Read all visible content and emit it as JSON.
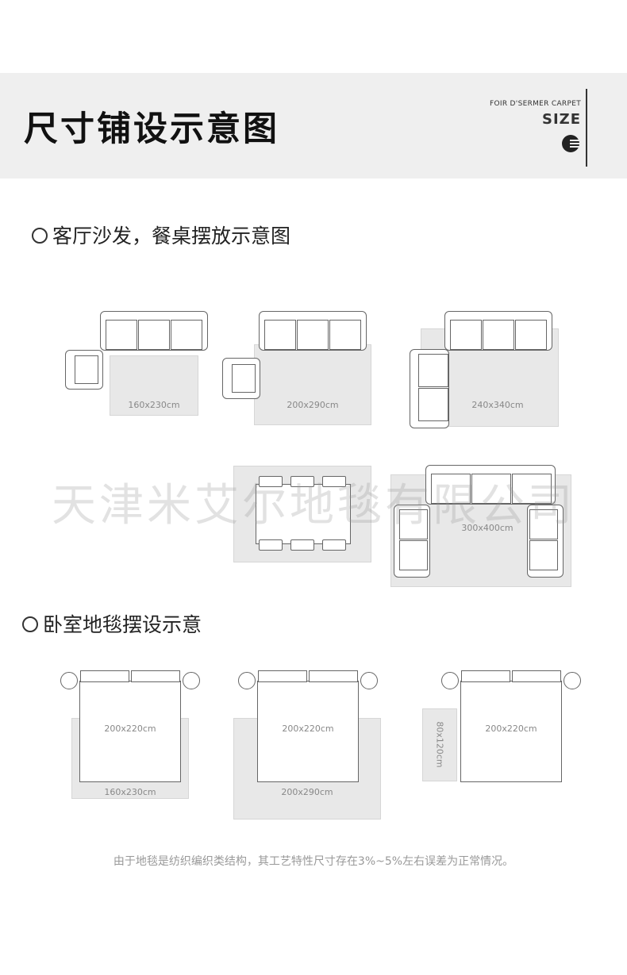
{
  "header": {
    "title": "尺寸铺设示意图",
    "brand": "FOIR D'SERMER CARPET",
    "size_label": "SIZE"
  },
  "sections": {
    "living": "客厅沙发，餐桌摆放示意图",
    "bedroom": "卧室地毯摆设示意"
  },
  "living_rugs": [
    "160x230cm",
    "200x290cm",
    "240x340cm",
    "240x340cm",
    "300x400cm"
  ],
  "bedroom": {
    "bed_labels": [
      "200x220cm",
      "200x220cm",
      "200x220cm"
    ],
    "rug_labels": [
      "160x230cm",
      "200x290cm",
      "80x120cm"
    ]
  },
  "watermark": "天津米艾尔地毯有限公司",
  "footnote": "由于地毯是纺织编织类结构，其工艺特性尺寸存在3%~5%左右误差为正常情况。",
  "colors": {
    "rug": "#e8e8e8",
    "outline": "#666666",
    "header_bg": "#efefef"
  }
}
